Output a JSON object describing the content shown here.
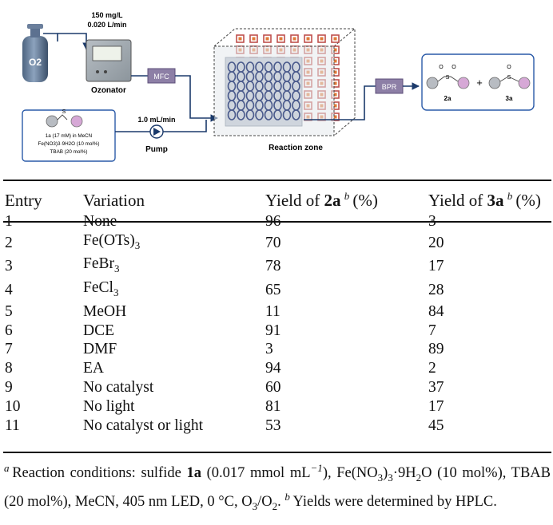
{
  "scheme": {
    "o2_label": "O2",
    "flow_rate": "150 mg/L",
    "flow_speed": "0.020 L/min",
    "ozonator_label": "Ozonator",
    "mfc_label": "MFC",
    "bpr_label": "BPR",
    "pump_rate": "1.0 mL/min",
    "pump_label": "Pump",
    "reaction_zone_label": "Reaction zone",
    "reservoir_lines": [
      "1a (17 mM) in MeCN",
      "Fe(NO3)3·9H2O (10 mol%)",
      "TBAB (20 mol%)"
    ],
    "product_2a": "2a",
    "product_3a": "3a",
    "plus": "+",
    "s_label": "S",
    "o_label": "O"
  },
  "table": {
    "headers": {
      "entry": "Entry",
      "variation": "Variation",
      "yield_2a": "Yield of 2a b (%)",
      "yield_3a": "Yield of 3a b (%)"
    },
    "rows": [
      {
        "entry": "1",
        "variation": "None",
        "yield_2a": "96",
        "yield_3a": "3"
      },
      {
        "entry": "2",
        "variation": "Fe(OTs)3",
        "yield_2a": "70",
        "yield_3a": "20"
      },
      {
        "entry": "3",
        "variation": "FeBr3",
        "yield_2a": "78",
        "yield_3a": "17"
      },
      {
        "entry": "4",
        "variation": "FeCl3",
        "yield_2a": "65",
        "yield_3a": "28"
      },
      {
        "entry": "5",
        "variation": "MeOH",
        "yield_2a": "11",
        "yield_3a": "84"
      },
      {
        "entry": "6",
        "variation": "DCE",
        "yield_2a": "91",
        "yield_3a": "7"
      },
      {
        "entry": "7",
        "variation": "DMF",
        "yield_2a": "3",
        "yield_3a": "89"
      },
      {
        "entry": "8",
        "variation": "EA",
        "yield_2a": "94",
        "yield_3a": "2"
      },
      {
        "entry": "9",
        "variation": "No catalyst",
        "yield_2a": "60",
        "yield_3a": "37"
      },
      {
        "entry": "10",
        "variation": "No light",
        "yield_2a": "81",
        "yield_3a": "17"
      },
      {
        "entry": "11",
        "variation": "No catalyst or light",
        "yield_2a": "53",
        "yield_3a": "45"
      }
    ]
  },
  "footnote": "a Reaction conditions: sulfide 1a (0.017 mmol mL−1), Fe(NO3)3·9H2O (10 mol%), TBAB (20 mol%), MeCN, 405 nm LED, 0 °C, O3/O2. b Yields were determined by HPLC."
}
